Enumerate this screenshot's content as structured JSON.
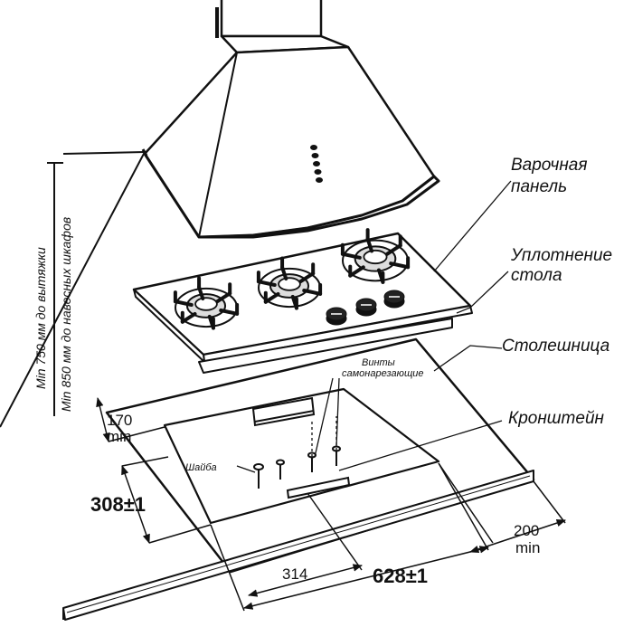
{
  "labels": {
    "hob_line1": "Варочная",
    "hob_line2": "панель",
    "seal_line1": "Уплотнение",
    "seal_line2": "стола",
    "countertop": "Столешница",
    "bracket": "Кронштейн",
    "washer": "Шайба",
    "screws_line1": "Винты",
    "screws_line2": "самонарезающие"
  },
  "vertical_notes": {
    "hood_min": "Min 750 мм до вытяжки",
    "cabinet_min": "Min 850 мм до навесных шкафов"
  },
  "dimensions": {
    "back_gap_value": "170",
    "back_gap_unit": "min",
    "depth": "308±1",
    "side_gap_value": "200",
    "side_gap_unit": "min",
    "half_width": "314",
    "width": "628±1"
  },
  "hood_lights": 5
}
